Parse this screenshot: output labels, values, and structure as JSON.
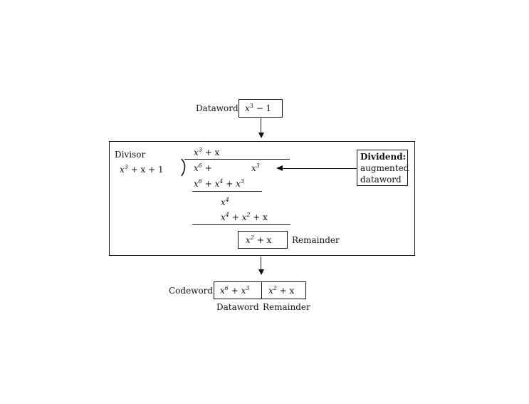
{
  "top": {
    "dataword_label": "Dataword",
    "dataword_value": {
      "t1": "x",
      "e1": "3",
      "rest": " − 1"
    }
  },
  "divisor": {
    "label": "Divisor",
    "poly": {
      "t1": "x",
      "e1": "3",
      "rest": " + x + 1"
    }
  },
  "quotient": {
    "t1": "x",
    "e1": "3",
    "rest": " + x"
  },
  "dividend_row": {
    "t1": "x",
    "e1": "6",
    "mid": " +",
    "t2": "x",
    "e2": "3"
  },
  "step1": {
    "t1": "x",
    "e1": "6",
    "s1": " + ",
    "t2": "x",
    "e2": "4",
    "s2": " + ",
    "t3": "x",
    "e3": "3"
  },
  "step2": {
    "t1": "x",
    "e1": "4"
  },
  "step3": {
    "t1": "x",
    "e1": "4",
    "s1": " + ",
    "t2": "x",
    "e2": "2",
    "s2": " + x"
  },
  "remainder": {
    "value": {
      "t1": "x",
      "e1": "2",
      "rest": " + x"
    },
    "label": "Remainder"
  },
  "dividend_note": {
    "line1": "Dividend:",
    "line2": "augmented",
    "line3": "dataword"
  },
  "codeword": {
    "label": "Codeword",
    "left": {
      "t1": "x",
      "e1": "6",
      "s1": " + ",
      "t2": "x",
      "e2": "3"
    },
    "right": {
      "t1": "x",
      "e1": "2",
      "rest": " + x"
    },
    "left_caption": "Dataword",
    "right_caption": "Remainder"
  }
}
